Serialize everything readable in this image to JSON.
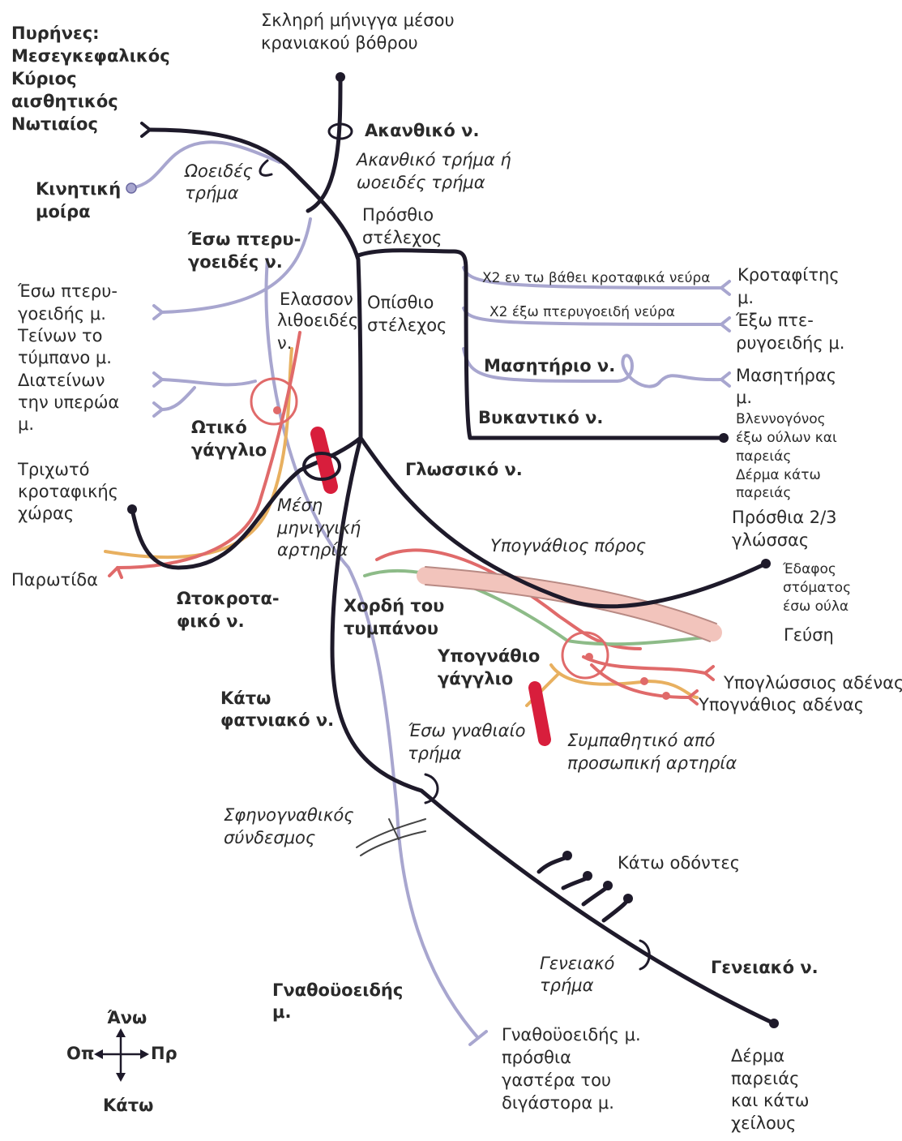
{
  "labels": {
    "nuclei": [
      "Πυρήνες:",
      "Μεσεγκεφαλικός",
      "Κύριος",
      "αισθητικός",
      "Νωτιαίος"
    ],
    "dura": [
      "Σκληρή μήνιγγα μέσου",
      "κρανιακού βόθρου"
    ],
    "spinous_nerve": "Ακανθικό ν.",
    "spinous_foramen": [
      "Ακανθικό τρήμα ή",
      "ωοειδές τρήμα"
    ],
    "oval_foramen": [
      "Ωοειδές",
      "τρήμα"
    ],
    "motor_root": [
      "Κινητική",
      "μοίρα"
    ],
    "anterior_trunk": [
      "Πρόσθιο",
      "στέλεχος"
    ],
    "medial_pterygoid_nerve": [
      "Έσω πτερυ-",
      "γοειδές ν."
    ],
    "deep_temporal": "X2 εν τω βάθει κροταφικά νεύρα",
    "temporalis": [
      "Κροταφίτης",
      "μ."
    ],
    "lateral_pterygoid_nerves": "X2 έξω πτερυγοειδή νεύρα",
    "lateral_pterygoid_muscle": [
      "Έξω πτε-",
      "ρυγοειδής μ."
    ],
    "medial_pterygoid_muscles": [
      "Έσω πτερυ-",
      "γοειδής μ.",
      "Τείνων το",
      "τύμπανο μ.",
      "Διατείνων",
      "την υπερώα",
      "μ."
    ],
    "lesser_petrosal": [
      "Ελασσον",
      "λιθοειδές",
      "ν."
    ],
    "posterior_trunk": [
      "Οπίσθιο",
      "στέλεχος"
    ],
    "masseteric_nerve": "Μασητήριο ν.",
    "masseter": [
      "Μασητήρας",
      "μ."
    ],
    "buccal_nerve": "Βυκαντικό ν.",
    "buccal_targets": [
      "Βλεννογόνος",
      "έξω ούλων και",
      "παρειάς",
      "Δέρμα κάτω",
      "παρειάς"
    ],
    "otic_ganglion": [
      "Ωτικό",
      "γάγγλιο"
    ],
    "lingual_nerve": "Γλωσσικό ν.",
    "temporal_skin": [
      "Τριχωτό",
      "κροταφικής",
      "χώρας"
    ],
    "middle_meningeal": [
      "Μέση",
      "μηνιγγική",
      "αρτηρία"
    ],
    "tongue": [
      "Πρόσθια 2/3",
      "γλώσσας"
    ],
    "submandibular_duct": "Υπογνάθιος πόρος",
    "mouth_floor": [
      "Έδαφος",
      "στόματος",
      "έσω ούλα"
    ],
    "parotid": "Παρωτίδα",
    "auriculotemporal": [
      "Ωτοκροτα-",
      "φικό ν."
    ],
    "chorda_tympani": [
      "Χορδή του",
      "τυμπάνου"
    ],
    "taste": "Γεύση",
    "submandibular_ganglion": [
      "Υπογνάθιο",
      "γάγγλιο"
    ],
    "sublingual_gland": "Υπογλώσσιος αδένας",
    "submandibular_gland": "Υπογνάθιος αδένας",
    "inferior_alveolar": [
      "Κάτω",
      "φατνιακό ν."
    ],
    "mandibular_foramen": [
      "Έσω γναθιαίο",
      "τρήμα"
    ],
    "sympathetic": [
      "Συμπαθητικό από",
      "προσωπική αρτηρία"
    ],
    "sphenomandibular": [
      "Σφηνογναθικός",
      "σύνδεσμος"
    ],
    "lower_teeth": "Κάτω οδόντες",
    "mental_foramen": [
      "Γενειακό",
      "τρήμα"
    ],
    "mental_nerve": "Γενειακό ν.",
    "mylohyoid_label": [
      "Γναθοϋοειδής",
      "μ."
    ],
    "mylohyoid_targets": [
      "Γναθοϋοειδής μ.",
      "πρόσθια",
      "γαστέρα του",
      "διγάστορα μ."
    ],
    "chin_skin": [
      "Δέρμα",
      "παρειάς",
      "και κάτω",
      "χείλους"
    ]
  },
  "compass": {
    "up": "Άνω",
    "down": "Κάτω",
    "left": "Οπ",
    "right": "Πρ"
  },
  "colors": {
    "sensory_motor": "#1e1a2a",
    "motor_branch": "#a8a6cf",
    "parasympathetic": "#e06a6a",
    "preganglionic": "#e8b060",
    "taste": "#8dbb88",
    "artery": "#d81e3c",
    "duct": "#f2c4bc"
  }
}
